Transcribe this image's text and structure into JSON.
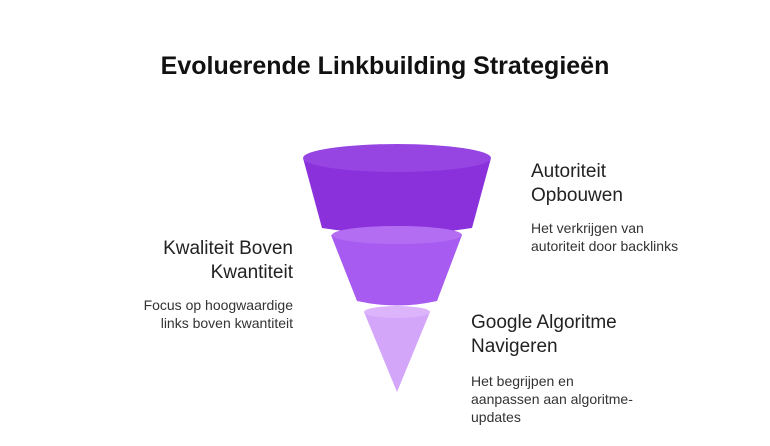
{
  "title": "Evoluerende Linkbuilding Strategieën",
  "stages": [
    {
      "title_line1": "Autoriteit",
      "title_line2": "Opbouwen",
      "desc_line1": "Het verkrijgen van",
      "desc_line2": "autoriteit door backlinks",
      "desc_line3": "",
      "color": "#8A31DB",
      "rim_color": "#9645E3"
    },
    {
      "title_line1": "Kwaliteit Boven",
      "title_line2": "Kwantiteit",
      "desc_line1": "Focus op hoogwaardige",
      "desc_line2": "links boven kwantiteit",
      "desc_line3": "",
      "color": "#A85BF0",
      "rim_color": "#B36DF3"
    },
    {
      "title_line1": "Google Algoritme",
      "title_line2": "Navigeren",
      "desc_line1": "Het begrijpen en",
      "desc_line2": "aanpassen aan algoritme-",
      "desc_line3": "updates",
      "color": "#D4A6FA",
      "rim_color": "#DCB4FB"
    }
  ]
}
